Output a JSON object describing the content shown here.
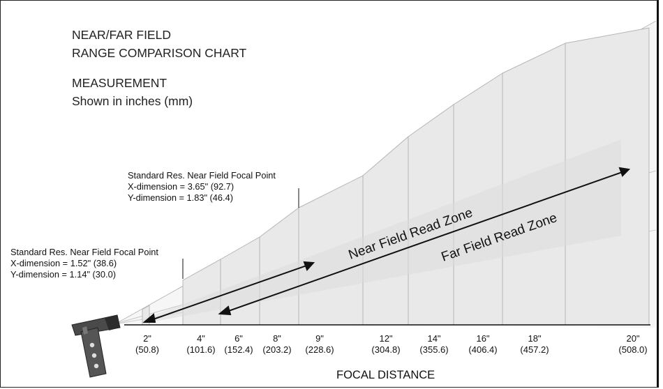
{
  "title": {
    "line1": "NEAR/FAR FIELD",
    "line2": "RANGE COMPARISON CHART"
  },
  "measurement": {
    "heading": "MEASUREMENT",
    "note": "Shown in inches (mm)"
  },
  "callouts": {
    "far_focal": {
      "title": "Standard Res. Near Field Focal Point",
      "x_dim": "X-dimension = 3.65\" (92.7)",
      "y_dim": "Y-dimension = 1.83\" (46.4)"
    },
    "near_focal": {
      "title": "Standard Res. Near Field Focal Point",
      "x_dim": "X-dimension = 1.52\" (38.6)",
      "y_dim": "Y-dimension = 1.14\" (30.0)"
    }
  },
  "zones": {
    "near": "Near Field Read Zone",
    "far": "Far Field Read Zone"
  },
  "axis": {
    "label": "FOCAL DISTANCE",
    "ticks": [
      {
        "in": "2\"",
        "mm": "(50.8)"
      },
      {
        "in": "4\"",
        "mm": "(101.6)"
      },
      {
        "in": "6\"",
        "mm": "(152.4)"
      },
      {
        "in": "8\"",
        "mm": "(203.2)"
      },
      {
        "in": "9\"",
        "mm": "(228.6)"
      },
      {
        "in": "12\"",
        "mm": "(304.8)"
      },
      {
        "in": "14\"",
        "mm": "(355.6)"
      },
      {
        "in": "16\"",
        "mm": "(406.4)"
      },
      {
        "in": "18\"",
        "mm": "(457.2)"
      },
      {
        "in": "20\"",
        "mm": "(508.0)"
      }
    ]
  },
  "colors": {
    "panel_fill": "#e9e9e9",
    "panel_stroke": "#b5b5b5",
    "zone_band": "#d9d9d9",
    "arrow": "#111111"
  }
}
